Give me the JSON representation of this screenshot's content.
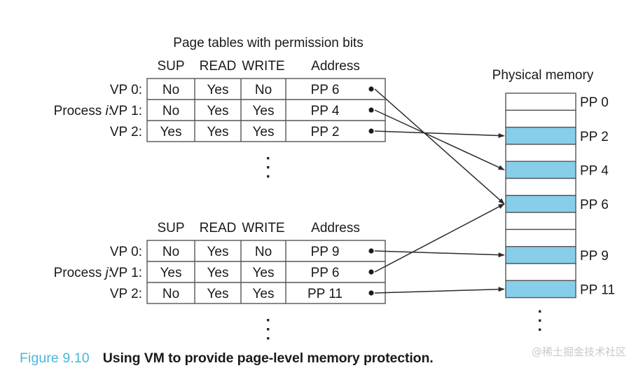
{
  "figure": {
    "diagram_title": "Page tables with permission bits",
    "memory_title": "Physical memory",
    "caption_label": "Figure 9.10",
    "caption_text": "Using VM to provide page-level memory protection.",
    "watermark": "@稀土掘金技术社区",
    "ellipsis_glyph": "⋮",
    "colors": {
      "accent": "#45b8dc",
      "frame_blue": "#87ceeb",
      "line": "#565656",
      "arrow": "#2b2b2b",
      "text": "#1a1a1a",
      "watermark": "#c9c9c9"
    }
  },
  "columns": [
    "SUP",
    "READ",
    "WRITE",
    "Address"
  ],
  "page_tables": [
    {
      "process_label": "Process",
      "process_id": "i",
      "process_suffix": ":",
      "rows": [
        {
          "vp": "VP 0:",
          "sup": "No",
          "read": "Yes",
          "write": "No",
          "address": "PP 6",
          "target_frame": 6
        },
        {
          "vp": "VP 1:",
          "sup": "No",
          "read": "Yes",
          "write": "Yes",
          "address": "PP 4",
          "target_frame": 4
        },
        {
          "vp": "VP 2:",
          "sup": "Yes",
          "read": "Yes",
          "write": "Yes",
          "address": "PP 2",
          "target_frame": 2
        }
      ]
    },
    {
      "process_label": "Process",
      "process_id": "j",
      "process_suffix": ":",
      "rows": [
        {
          "vp": "VP 0:",
          "sup": "No",
          "read": "Yes",
          "write": "No",
          "address": "PP 9",
          "target_frame": 9
        },
        {
          "vp": "VP 1:",
          "sup": "Yes",
          "read": "Yes",
          "write": "Yes",
          "address": "PP 6",
          "target_frame": 6
        },
        {
          "vp": "VP 2:",
          "sup": "No",
          "read": "Yes",
          "write": "Yes",
          "address": "PP 11",
          "target_frame": 11
        }
      ]
    }
  ],
  "physical_memory": {
    "frame_count": 12,
    "frames": [
      {
        "index": 0,
        "label": "PP 0",
        "highlighted": false,
        "label_shown": true
      },
      {
        "index": 1,
        "label": "PP 1",
        "highlighted": false,
        "label_shown": false
      },
      {
        "index": 2,
        "label": "PP 2",
        "highlighted": true,
        "label_shown": true
      },
      {
        "index": 3,
        "label": "PP 3",
        "highlighted": false,
        "label_shown": false
      },
      {
        "index": 4,
        "label": "PP 4",
        "highlighted": true,
        "label_shown": true
      },
      {
        "index": 5,
        "label": "PP 5",
        "highlighted": false,
        "label_shown": false
      },
      {
        "index": 6,
        "label": "PP 6",
        "highlighted": true,
        "label_shown": true
      },
      {
        "index": 7,
        "label": "PP 7",
        "highlighted": false,
        "label_shown": false
      },
      {
        "index": 8,
        "label": "PP 8",
        "highlighted": false,
        "label_shown": false
      },
      {
        "index": 9,
        "label": "PP 9",
        "highlighted": true,
        "label_shown": true
      },
      {
        "index": 10,
        "label": "PP 10",
        "highlighted": false,
        "label_shown": false
      },
      {
        "index": 11,
        "label": "PP 11",
        "highlighted": true,
        "label_shown": true
      }
    ]
  }
}
